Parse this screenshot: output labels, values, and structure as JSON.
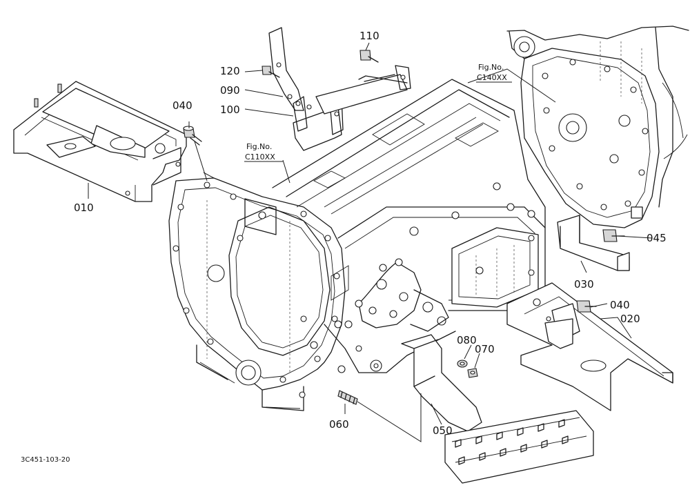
{
  "diagram": {
    "part_numbers": {
      "p010": "010",
      "p020": "020",
      "p030": "030",
      "p040a": "040",
      "p040b": "040",
      "p045": "045",
      "p050": "050",
      "p060": "060",
      "p070": "070",
      "p080": "080",
      "p090": "090",
      "p100": "100",
      "p110": "110",
      "p120": "120"
    },
    "figure_refs": {
      "ref1_label": "Fig.No.",
      "ref1_code": "C110XX",
      "ref2_label": "Fig.No.",
      "ref2_code": "C140XX"
    },
    "drawing_code": "3C451-103-20"
  }
}
